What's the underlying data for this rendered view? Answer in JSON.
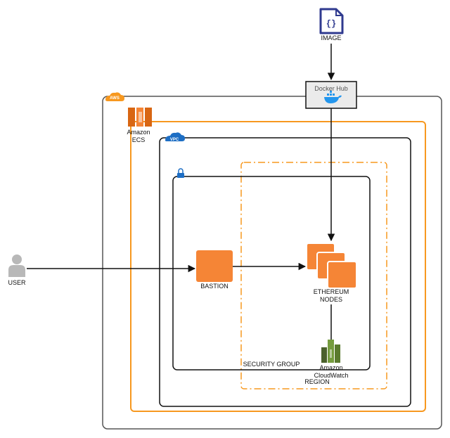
{
  "labels": {
    "image": "IMAGE",
    "docker_hub": "Docker Hub",
    "aws_badge": "AWS",
    "ecs_line1": "Amazon",
    "ecs_line2": "ECS",
    "vpc_badge": "VPC",
    "user": "USER",
    "bastion": "BASTION",
    "ethereum_line1": "ETHEREUM",
    "ethereum_line2": "NODES",
    "security_group": "SECURITY GROUP",
    "cloudwatch_line1": "Amazon",
    "cloudwatch_line2": "CloudWatch",
    "region": "REGION"
  },
  "icons": {
    "image": "json-file-icon",
    "docker": "docker-whale-icon",
    "aws": "aws-cloud-icon",
    "ecs": "amazon-ecs-icon",
    "vpc": "vpc-cloud-icon",
    "lock": "lock-icon",
    "user": "user-icon",
    "bastion": "ec2-instance-icon",
    "ethereum": "ec2-instances-stack-icon",
    "cloudwatch": "amazon-cloudwatch-icon"
  },
  "colors": {
    "aws_orange": "#f7981f",
    "ec2_orange": "#f58536",
    "line": "#111111",
    "aws_border": "#555555",
    "vpc_blue": "#1d6ec4",
    "image_navy": "#2f3a8f",
    "docker_blue": "#2496ed",
    "cloudwatch_green": "#759c3e",
    "user_gray": "#b8b8b8"
  }
}
